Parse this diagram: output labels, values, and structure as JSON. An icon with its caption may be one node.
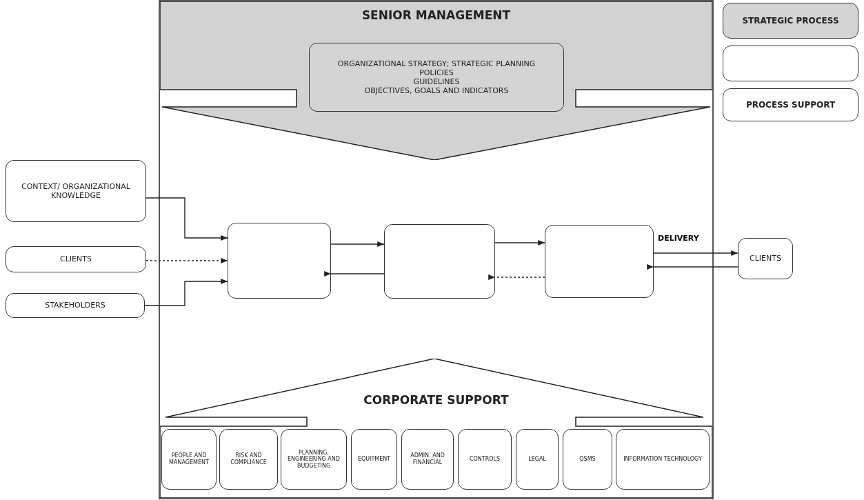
{
  "diagram": {
    "nodes": [
      {
        "text": [
          "SENIOR MANAGEMENT"
        ]
      },
      {
        "text": [
          "ORGANIZATIONAL STRATEGY; STRATEGIC PLANNING",
          "POLICIES",
          "GUIDELINES",
          "OBJECTIVES, GOALS AND INDICATORS"
        ],
        "in": 0
      },
      {
        "text": [
          "CORPORATE SUPPORT"
        ]
      },
      {
        "text": [
          "PEOPLE AND MANAGEMENT"
        ],
        "in": 2
      },
      {
        "text": [
          "RISK AND COMPLIANCE"
        ],
        "in": 2
      },
      {
        "text": [
          "PLANNING, ENGINEERING AND BUDGETING"
        ],
        "in": 2
      },
      {
        "text": [
          "EQUIPMENT"
        ],
        "in": 2
      },
      {
        "text": [
          "ADMIN. AND FINANCIAL"
        ],
        "in": 2
      },
      {
        "text": [
          "CONTROLS"
        ],
        "in": 2
      },
      {
        "text": [
          "LEGAL"
        ],
        "in": 2
      },
      {
        "text": [
          "QSMS"
        ],
        "in": 2
      },
      {
        "text": [
          "INFORMATION TECHNOLOGY"
        ],
        "in": 2
      },
      {
        "text": [
          "CONTEXT/ ORGANIZATIONAL KNOWLEDGE"
        ]
      },
      {
        "text": [
          "CLIENTS"
        ]
      },
      {
        "text": [
          "STAKEHOLDERS"
        ]
      },
      {
        "text": [],
        "shape": "box"
      },
      {
        "text": [],
        "shape": "box"
      },
      {
        "text": [],
        "shape": "box"
      },
      {
        "text": [
          "CLIENTS"
        ]
      },
      {
        "text": [
          "STRATEGIC PROCESS"
        ]
      },
      {
        "text": [],
        "shape": "box"
      },
      {
        "text": [
          "PROCESS SUPPORT"
        ]
      }
    ],
    "edges": [
      {
        "from": 12,
        "to": 15,
        "arrow": "to"
      },
      {
        "from": 13,
        "to": 15,
        "arrow": "to",
        "style": "dashed"
      },
      {
        "from": 14,
        "to": 15,
        "arrow": "to"
      },
      {
        "from": 15,
        "to": 16,
        "arrow": "to"
      },
      {
        "from": 16,
        "to": 15,
        "arrow": "to"
      },
      {
        "from": 16,
        "to": 17,
        "arrow": "to"
      },
      {
        "from": 17,
        "to": 16,
        "arrow": "to",
        "style": "dashed"
      },
      {
        "from": 17,
        "to": 18,
        "arrow": "to",
        "label": "DELIVERY"
      },
      {
        "from": 18,
        "to": 17,
        "arrow": "to"
      }
    ]
  }
}
